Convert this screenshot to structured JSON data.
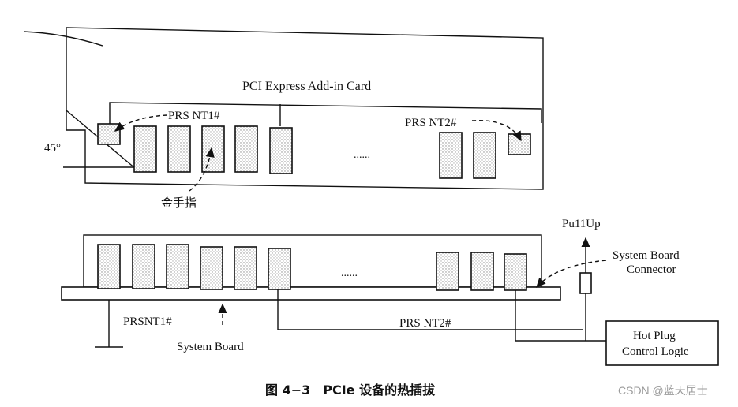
{
  "card": {
    "title": "PCI Express Add-in Card",
    "angle_label": "45°",
    "prsnt1_label": "PRS NT1#",
    "prsnt2_label": "PRS NT2#",
    "ellipsis": "......",
    "gold_finger_label": "金手指"
  },
  "board": {
    "pullup_label": "Pu11Up",
    "connector_label_line1": "System Board",
    "connector_label_line2": "Connector",
    "ellipsis": "......",
    "prsnt1_label": "PRSNT1#",
    "prsnt2_label": "PRS NT2#",
    "board_label": "System Board",
    "hotplug_line1": "Hot Plug",
    "hotplug_line2": "Control Logic"
  },
  "caption": "图 4−3　PCIe 设备的热插拔",
  "watermark": "CSDN @蓝天居士"
}
